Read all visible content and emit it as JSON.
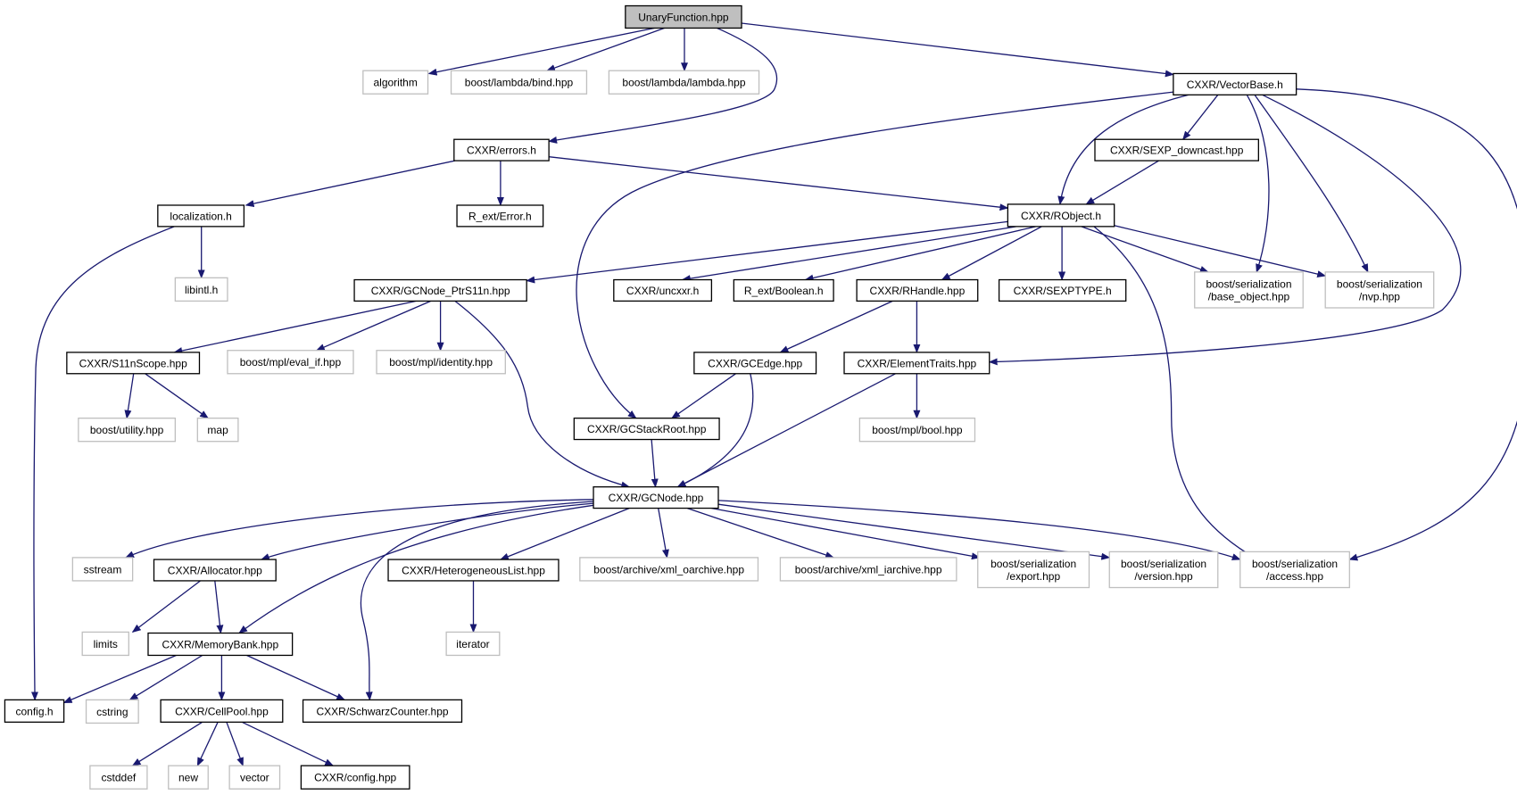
{
  "diagram": {
    "colors": {
      "edge": "#191970",
      "border_local": "#000000",
      "border_external": "#bfbfbf",
      "fill_root": "#bfbfbf",
      "fill_default": "#ffffff"
    },
    "nodes": [
      {
        "id": "unary",
        "lines": [
          "UnaryFunction.hpp"
        ],
        "kind": "root"
      },
      {
        "id": "algorithm",
        "lines": [
          "algorithm"
        ],
        "kind": "external"
      },
      {
        "id": "bind",
        "lines": [
          "boost/lambda/bind.hpp"
        ],
        "kind": "external"
      },
      {
        "id": "lambda",
        "lines": [
          "boost/lambda/lambda.hpp"
        ],
        "kind": "external"
      },
      {
        "id": "vectorbase",
        "lines": [
          "CXXR/VectorBase.h"
        ],
        "kind": "local"
      },
      {
        "id": "errors",
        "lines": [
          "CXXR/errors.h"
        ],
        "kind": "local"
      },
      {
        "id": "sexpdown",
        "lines": [
          "CXXR/SEXP_downcast.hpp"
        ],
        "kind": "local"
      },
      {
        "id": "localization",
        "lines": [
          "localization.h"
        ],
        "kind": "local"
      },
      {
        "id": "rerror",
        "lines": [
          "R_ext/Error.h"
        ],
        "kind": "local"
      },
      {
        "id": "robject",
        "lines": [
          "CXXR/RObject.h"
        ],
        "kind": "local"
      },
      {
        "id": "libintl",
        "lines": [
          "libintl.h"
        ],
        "kind": "external"
      },
      {
        "id": "ptrs11n",
        "lines": [
          "CXXR/GCNode_PtrS11n.hpp"
        ],
        "kind": "local"
      },
      {
        "id": "uncxxr",
        "lines": [
          "CXXR/uncxxr.h"
        ],
        "kind": "local"
      },
      {
        "id": "boolean",
        "lines": [
          "R_ext/Boolean.h"
        ],
        "kind": "local"
      },
      {
        "id": "rhandle",
        "lines": [
          "CXXR/RHandle.hpp"
        ],
        "kind": "local"
      },
      {
        "id": "sexptype",
        "lines": [
          "CXXR/SEXPTYPE.h"
        ],
        "kind": "local"
      },
      {
        "id": "baseobject",
        "lines": [
          "boost/serialization",
          "/base_object.hpp"
        ],
        "kind": "external"
      },
      {
        "id": "nvp",
        "lines": [
          "boost/serialization",
          "/nvp.hpp"
        ],
        "kind": "external"
      },
      {
        "id": "s11nscope",
        "lines": [
          "CXXR/S11nScope.hpp"
        ],
        "kind": "local"
      },
      {
        "id": "evalif",
        "lines": [
          "boost/mpl/eval_if.hpp"
        ],
        "kind": "external"
      },
      {
        "id": "identity",
        "lines": [
          "boost/mpl/identity.hpp"
        ],
        "kind": "external"
      },
      {
        "id": "gcedge",
        "lines": [
          "CXXR/GCEdge.hpp"
        ],
        "kind": "local"
      },
      {
        "id": "elemtraits",
        "lines": [
          "CXXR/ElementTraits.hpp"
        ],
        "kind": "local"
      },
      {
        "id": "utility",
        "lines": [
          "boost/utility.hpp"
        ],
        "kind": "external"
      },
      {
        "id": "map",
        "lines": [
          "map"
        ],
        "kind": "external"
      },
      {
        "id": "gcstackroot",
        "lines": [
          "CXXR/GCStackRoot.hpp"
        ],
        "kind": "local"
      },
      {
        "id": "mplbool",
        "lines": [
          "boost/mpl/bool.hpp"
        ],
        "kind": "external"
      },
      {
        "id": "gcnode",
        "lines": [
          "CXXR/GCNode.hpp"
        ],
        "kind": "local"
      },
      {
        "id": "sstream",
        "lines": [
          "sstream"
        ],
        "kind": "external"
      },
      {
        "id": "allocator",
        "lines": [
          "CXXR/Allocator.hpp"
        ],
        "kind": "local"
      },
      {
        "id": "hetlist",
        "lines": [
          "CXXR/HeterogeneousList.hpp"
        ],
        "kind": "local"
      },
      {
        "id": "xmloarchive",
        "lines": [
          "boost/archive/xml_oarchive.hpp"
        ],
        "kind": "external"
      },
      {
        "id": "xmliarchive",
        "lines": [
          "boost/archive/xml_iarchive.hpp"
        ],
        "kind": "external"
      },
      {
        "id": "export",
        "lines": [
          "boost/serialization",
          "/export.hpp"
        ],
        "kind": "external"
      },
      {
        "id": "version",
        "lines": [
          "boost/serialization",
          "/version.hpp"
        ],
        "kind": "external"
      },
      {
        "id": "access",
        "lines": [
          "boost/serialization",
          "/access.hpp"
        ],
        "kind": "external"
      },
      {
        "id": "limits",
        "lines": [
          "limits"
        ],
        "kind": "external"
      },
      {
        "id": "memorybank",
        "lines": [
          "CXXR/MemoryBank.hpp"
        ],
        "kind": "local"
      },
      {
        "id": "iterator",
        "lines": [
          "iterator"
        ],
        "kind": "external"
      },
      {
        "id": "configh",
        "lines": [
          "config.h"
        ],
        "kind": "local"
      },
      {
        "id": "cstring",
        "lines": [
          "cstring"
        ],
        "kind": "external"
      },
      {
        "id": "cellpool",
        "lines": [
          "CXXR/CellPool.hpp"
        ],
        "kind": "local"
      },
      {
        "id": "schwarz",
        "lines": [
          "CXXR/SchwarzCounter.hpp"
        ],
        "kind": "local"
      },
      {
        "id": "cstddef",
        "lines": [
          "cstddef"
        ],
        "kind": "external"
      },
      {
        "id": "new",
        "lines": [
          "new"
        ],
        "kind": "external"
      },
      {
        "id": "vector",
        "lines": [
          "vector"
        ],
        "kind": "external"
      },
      {
        "id": "configxxr",
        "lines": [
          "CXXR/config.hpp"
        ],
        "kind": "local"
      }
    ]
  }
}
